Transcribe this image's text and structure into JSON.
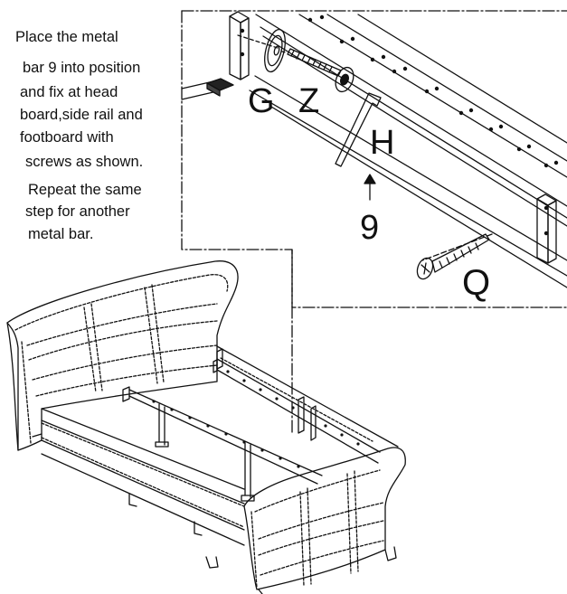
{
  "instructions": {
    "lines": [
      "Place the metal",
      "bar 9 into position",
      "and fix at head",
      "board,side rail and",
      "footboard with",
      "screws as shown.",
      "Repeat the same",
      "step for another",
      "metal bar."
    ]
  },
  "callouts": {
    "washer": "G",
    "bolt": "Z",
    "hex_key": "H",
    "metal_bar": "9",
    "screw": "Q"
  }
}
